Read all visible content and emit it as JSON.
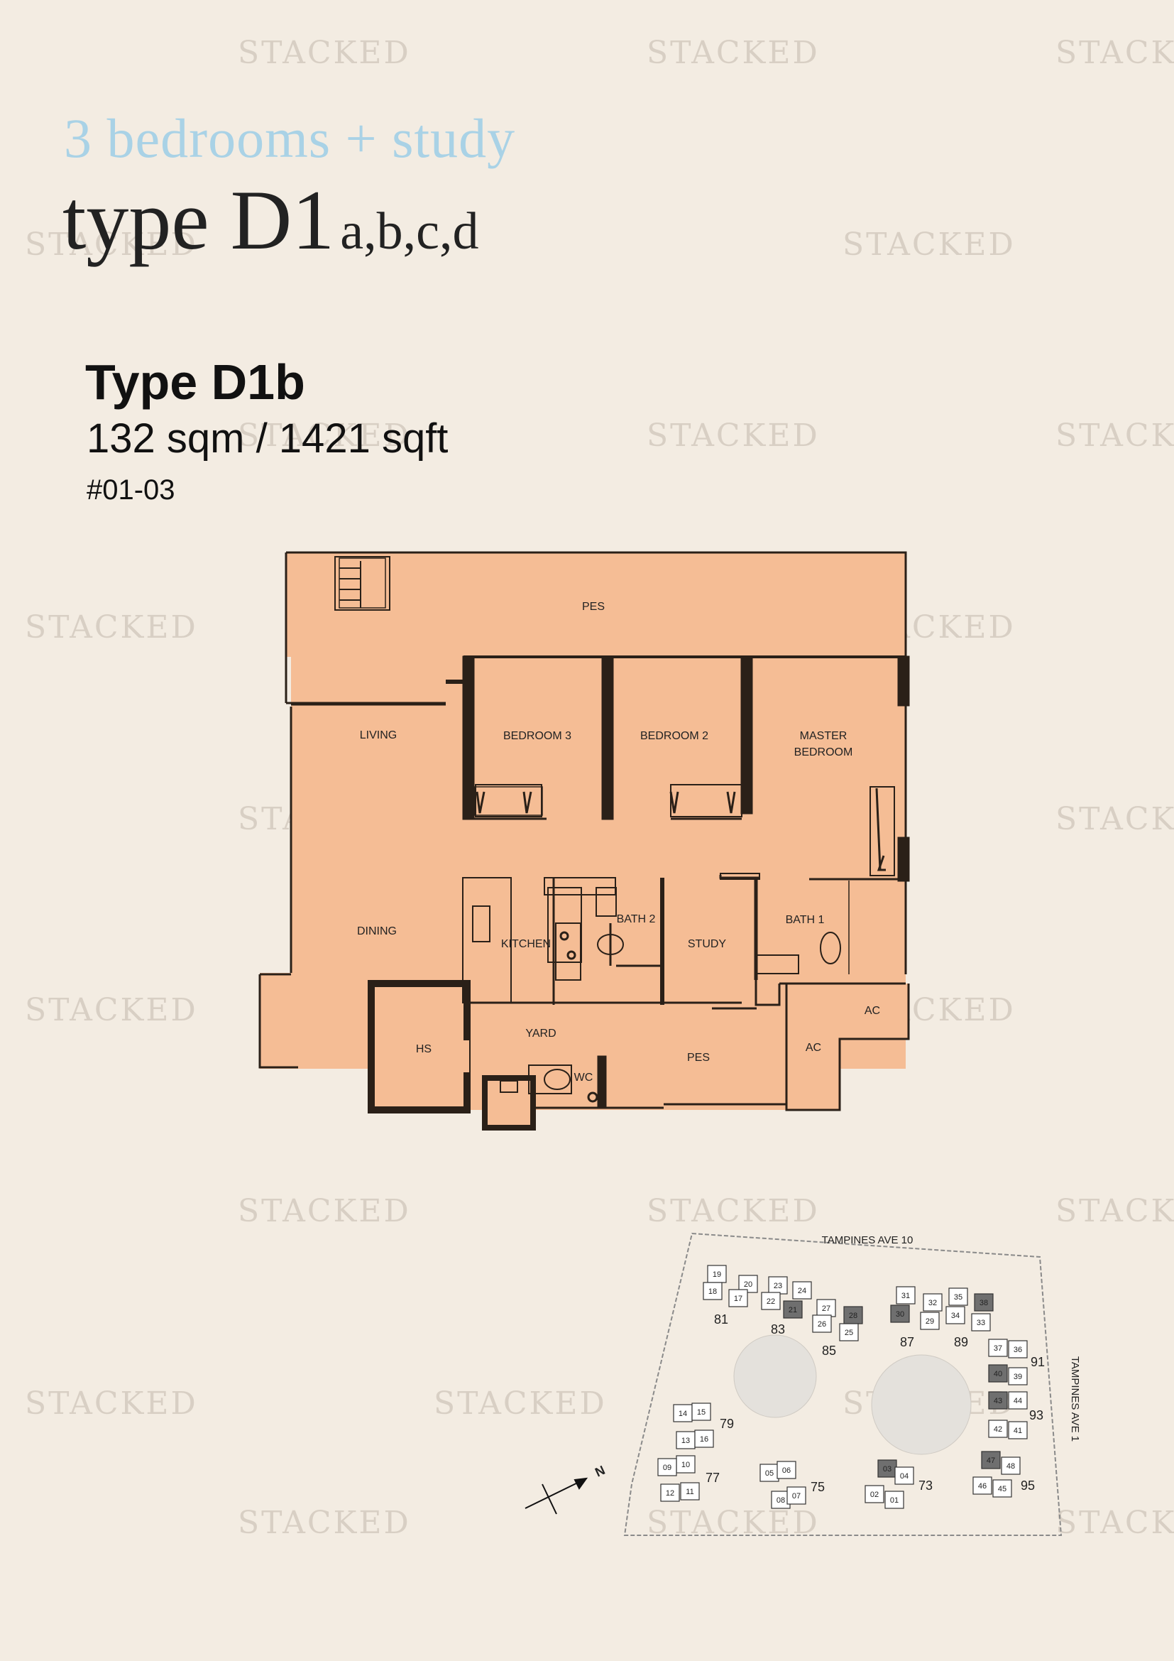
{
  "heading": {
    "bedrooms": "3 bedrooms + study",
    "type_main": "type D1",
    "type_variants": "a,b,c,d"
  },
  "unit": {
    "type": "Type D1b",
    "area": "132 sqm / 1421 sqft",
    "unit_no": "#01-03"
  },
  "watermark": "STACKED",
  "rooms": {
    "pes_top": "PES",
    "living": "LIVING",
    "bedroom3": "BEDROOM 3",
    "bedroom2": "BEDROOM 2",
    "master_1": "MASTER",
    "master_2": "BEDROOM",
    "dining": "DINING",
    "kitchen": "KITCHEN",
    "bath2": "BATH 2",
    "study": "STUDY",
    "bath1": "BATH 1",
    "ac1": "AC",
    "ac2": "AC",
    "hs": "HS",
    "yard": "YARD",
    "wc": "WC",
    "pes_bottom": "PES"
  },
  "site_plan": {
    "road_top": "TAMPINES AVE 10",
    "road_right": "TAMPINES AVE 1",
    "north": "N",
    "block_numbers": [
      "81",
      "83",
      "85",
      "87",
      "89",
      "91",
      "93",
      "95",
      "79",
      "77",
      "75",
      "73"
    ],
    "unit_numbers": [
      "19",
      "20",
      "23",
      "24",
      "18",
      "17",
      "22",
      "21",
      "28",
      "27",
      "26",
      "25",
      "31",
      "32",
      "35",
      "38",
      "30",
      "29",
      "34",
      "33",
      "37",
      "36",
      "40",
      "39",
      "43",
      "44",
      "42",
      "41",
      "14",
      "15",
      "13",
      "16",
      "10",
      "09",
      "11",
      "12",
      "05",
      "06",
      "08",
      "07",
      "03",
      "04",
      "02",
      "01",
      "47",
      "48",
      "46",
      "45"
    ],
    "highlighted_units": [
      "21",
      "28",
      "30",
      "38",
      "40",
      "43",
      "03",
      "47"
    ]
  },
  "colors": {
    "background": "#f3ece2",
    "floor": "#f5bd95",
    "wall": "#2a2018",
    "accent_blue": "#a9d2e6",
    "highlight_unit": "#6f6f6f"
  }
}
